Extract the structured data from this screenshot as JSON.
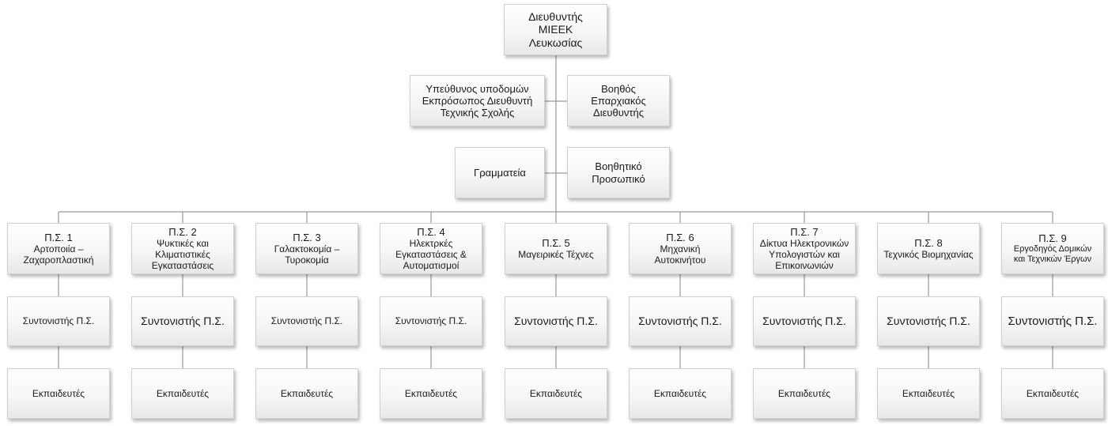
{
  "director": {
    "line1": "Διευθυντής",
    "line2": "ΜΙΕΕΚ",
    "line3": "Λευκωσίας"
  },
  "infrastructure": {
    "line1": "Υπεύθυνος υποδομών",
    "line2": "Εκπρόσωπος Διευθυντή",
    "line3": "Τεχνικής Σχολής"
  },
  "assistant": {
    "line1": "Βοηθός",
    "line2": "Επαρχιακός",
    "line3": "Διευθυντής"
  },
  "secretariat": {
    "line1": "Γραμματεία"
  },
  "support_staff": {
    "line1": "Βοηθητικό",
    "line2": "Προσωπικό"
  },
  "departments": [
    {
      "code": "Π.Σ. 1",
      "name1": "Αρτοποιία –",
      "name2": "Ζαχαροπλαστική",
      "name3": "",
      "coordinator": "Συντονιστής Π.Σ.",
      "trainers": "Εκπαιδευτές"
    },
    {
      "code": "Π.Σ. 2",
      "name1": "Ψυκτικές και",
      "name2": "Κλιματιστικές",
      "name3": "Εγκαταστάσεις",
      "coordinator": "Συντονιστής Π.Σ.",
      "trainers": "Εκπαιδευτές"
    },
    {
      "code": "Π.Σ. 3",
      "name1": "Γαλακτοκομία –",
      "name2": "Τυροκομία",
      "name3": "",
      "coordinator": "Συντονιστής Π.Σ.",
      "trainers": "Εκπαιδευτές"
    },
    {
      "code": "Π.Σ. 4",
      "name1": "Ηλεκτρκές",
      "name2": "Εγκαταστάσεις &",
      "name3": "Αυτοματισμοί",
      "coordinator": "Συντονιστής Π.Σ.",
      "trainers": "Εκπαιδευτές"
    },
    {
      "code": "Π.Σ. 5",
      "name1": "Μαγειρικές Τέχνες",
      "name2": "",
      "name3": "",
      "coordinator": "Συντονιστής Π.Σ.",
      "trainers": "Εκπαιδευτές"
    },
    {
      "code": "Π.Σ. 6",
      "name1": "Μηχανική",
      "name2": "Αυτοκινήτου",
      "name3": "",
      "coordinator": "Συντονιστής Π.Σ.",
      "trainers": "Εκπαιδευτές"
    },
    {
      "code": "Π.Σ. 7",
      "name1": "Δίκτυα Ηλεκτρονικών",
      "name2": "Υπολογιστών και",
      "name3": "Επικοινωνιών",
      "coordinator": "Συντονιστής Π.Σ.",
      "trainers": "Εκπαιδευτές"
    },
    {
      "code": "Π.Σ. 8",
      "name1": "Τεχνικός Βιομηχανίας",
      "name2": "",
      "name3": "",
      "coordinator": "Συντονιστής Π.Σ.",
      "trainers": "Εκπαιδευτές"
    },
    {
      "code": "Π.Σ. 9",
      "name1": "Εργοδηγός Δομικών",
      "name2": "και Τεχνικών Έργων",
      "name3": "",
      "coordinator": "Συντονιστής Π.Σ.",
      "trainers": "Εκπαιδευτές"
    }
  ]
}
